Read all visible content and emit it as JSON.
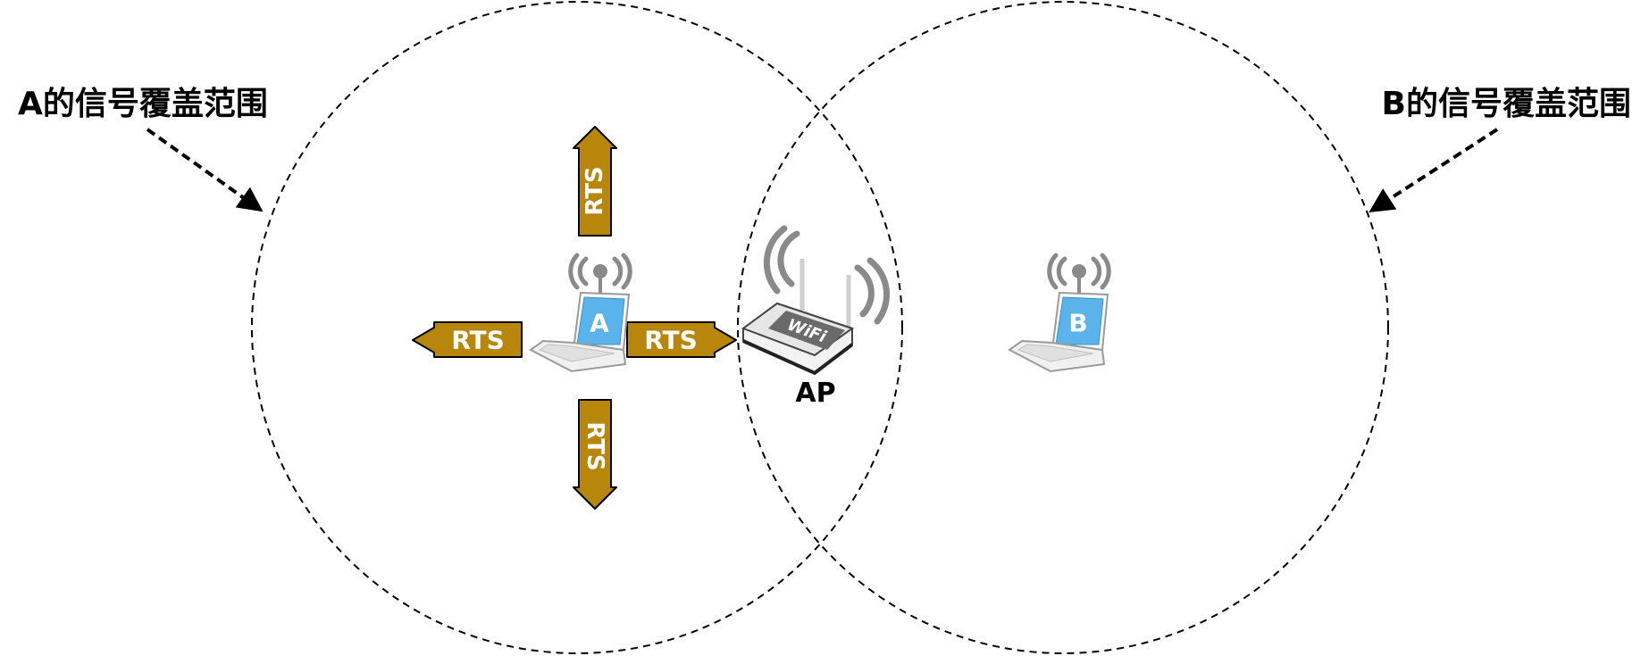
{
  "labels": {
    "a_coverage": "A的信号覆盖范围",
    "b_coverage": "B的信号覆盖范围",
    "ap": "AP",
    "node_a": "A",
    "node_b": "B",
    "router_logo": "WiFi"
  },
  "rts": {
    "left": "RTS",
    "right": "RTS",
    "up": "RTS",
    "down": "RTS"
  },
  "colors": {
    "rts_fill": "#b8860b",
    "rts_text": "#ffffff",
    "screen": "#5bb3ec",
    "signal": "#8a8a8a",
    "circle_stroke": "#000000"
  }
}
